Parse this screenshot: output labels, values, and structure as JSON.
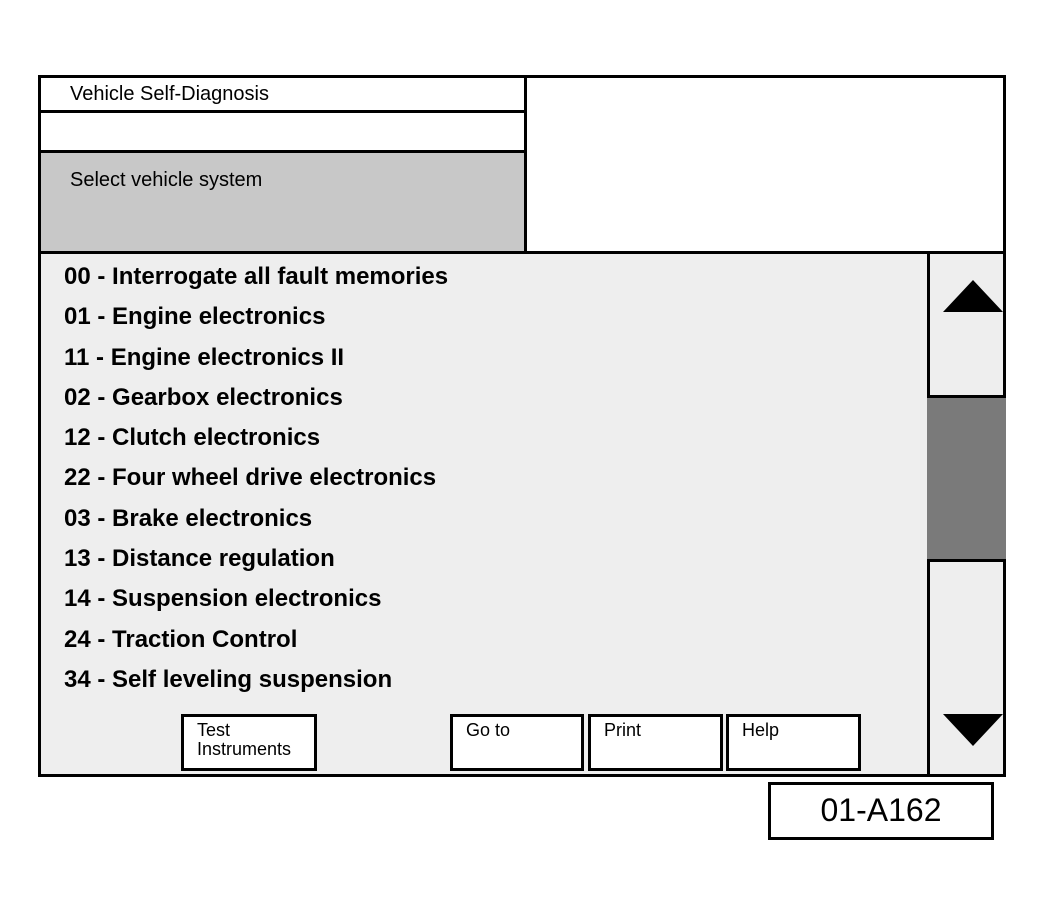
{
  "header": {
    "title": "Vehicle Self-Diagnosis",
    "prompt": "Select vehicle system"
  },
  "systems": [
    "00 - Interrogate all fault memories",
    "01 - Engine electronics",
    "11 - Engine electronics  II",
    "02 - Gearbox electronics",
    "12 - Clutch electronics",
    "22 - Four wheel drive electronics",
    "03 - Brake electronics",
    "13 - Distance regulation",
    "14 - Suspension electronics",
    "24 - Traction Control",
    "34 - Self leveling suspension"
  ],
  "buttons": {
    "test_line1": "Test",
    "test_line2": "Instruments",
    "goto": "Go to",
    "print": "Print",
    "help": "Help"
  },
  "scrollbar": {
    "up_icon": "triangle-up-icon",
    "down_icon": "triangle-down-icon"
  },
  "figure_code": "01-A162",
  "colors": {
    "prompt_bg": "#c8c8c8",
    "list_bg": "#eeeeee",
    "thumb": "#7a7a7a"
  }
}
